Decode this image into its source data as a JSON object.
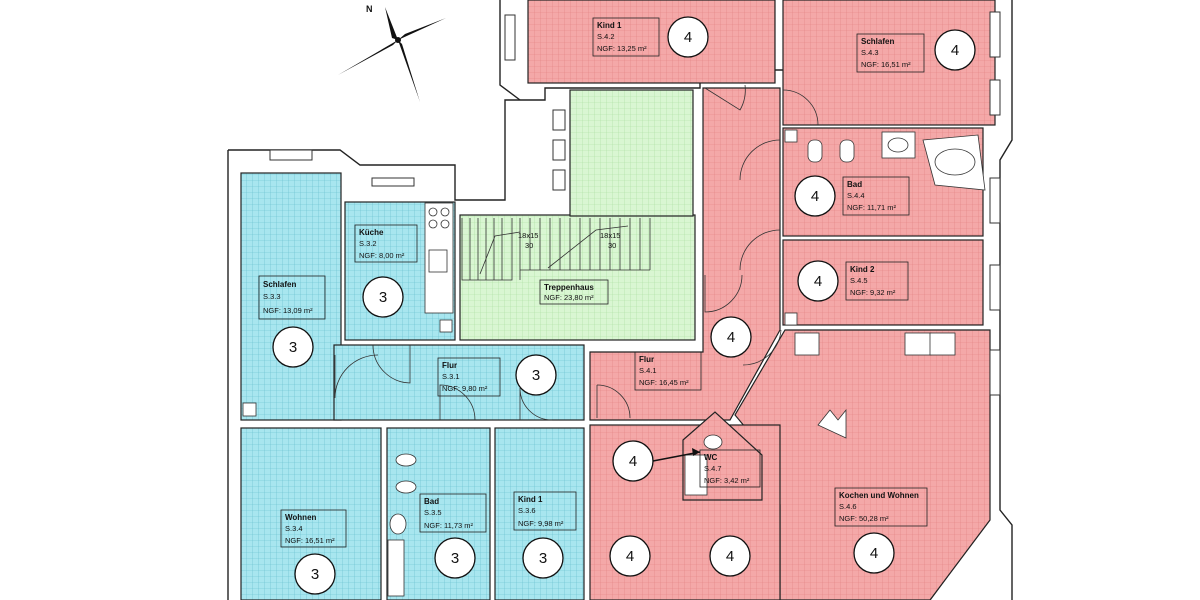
{
  "compass": {
    "label": "N"
  },
  "stairs": {
    "left_label": "18x15",
    "left_count": "30",
    "right_label": "18x15",
    "right_count": "30"
  },
  "rooms": [
    {
      "id": "s3-3",
      "name": "Schlafen",
      "code": "S.3.3",
      "area": "NGF: 13,09 m²"
    },
    {
      "id": "s3-2",
      "name": "Küche",
      "code": "S.3.2",
      "area": "NGF: 8,00 m²"
    },
    {
      "id": "s3-1",
      "name": "Flur",
      "code": "S.3.1",
      "area": "NGF: 9,80 m²"
    },
    {
      "id": "s3-4",
      "name": "Wohnen",
      "code": "S.3.4",
      "area": "NGF: 16,51 m²"
    },
    {
      "id": "s3-5",
      "name": "Bad",
      "code": "S.3.5",
      "area": "NGF: 11,73 m²"
    },
    {
      "id": "s3-6",
      "name": "Kind 1",
      "code": "S.3.6",
      "area": "NGF: 9,98 m²"
    },
    {
      "id": "stair",
      "name": "Treppenhaus",
      "code": "",
      "area": "NGF: 23,80 m²"
    },
    {
      "id": "s4-2",
      "name": "Kind 1",
      "code": "S.4.2",
      "area": "NGF: 13,25 m²"
    },
    {
      "id": "s4-3",
      "name": "Schlafen",
      "code": "S.4.3",
      "area": "NGF: 16,51 m²"
    },
    {
      "id": "s4-4",
      "name": "Bad",
      "code": "S.4.4",
      "area": "NGF: 11,71 m²"
    },
    {
      "id": "s4-5",
      "name": "Kind 2",
      "code": "S.4.5",
      "area": "NGF: 9,32 m²"
    },
    {
      "id": "s4-1",
      "name": "Flur",
      "code": "S.4.1",
      "area": "NGF: 16,45 m²"
    },
    {
      "id": "s4-7",
      "name": "WC",
      "code": "S.4.7",
      "area": "NGF: 3,42 m²"
    },
    {
      "id": "s4-6",
      "name": "Kochen und Wohnen",
      "code": "S.4.6",
      "area": "NGF:        50,28 m²"
    }
  ],
  "zone_markers": [
    {
      "id": "z3-schlafen",
      "label": "3"
    },
    {
      "id": "z3-kueche",
      "label": "3"
    },
    {
      "id": "z3-flur",
      "label": "3"
    },
    {
      "id": "z3-wohnen",
      "label": "3"
    },
    {
      "id": "z3-bad",
      "label": "3"
    },
    {
      "id": "z3-kind1",
      "label": "3"
    },
    {
      "id": "z4-kind1",
      "label": "4"
    },
    {
      "id": "z4-schlafen",
      "label": "4"
    },
    {
      "id": "z4-bad",
      "label": "4"
    },
    {
      "id": "z4-kind2",
      "label": "4"
    },
    {
      "id": "z4-flur",
      "label": "4"
    },
    {
      "id": "z4-wc",
      "label": "4"
    },
    {
      "id": "z4-bottom-a",
      "label": "4"
    },
    {
      "id": "z4-bottom-b",
      "label": "4"
    },
    {
      "id": "z4-wohnen",
      "label": "4"
    }
  ],
  "colors": {
    "unit3_fill": "#a8e6ef",
    "unit4_fill": "#f2a3a3",
    "stair_fill": "#d6f5cf",
    "wall": "#222222",
    "grid_blue": "#5fb9c9",
    "grid_red": "#e07f7f",
    "grid_green": "#a8d99c"
  }
}
